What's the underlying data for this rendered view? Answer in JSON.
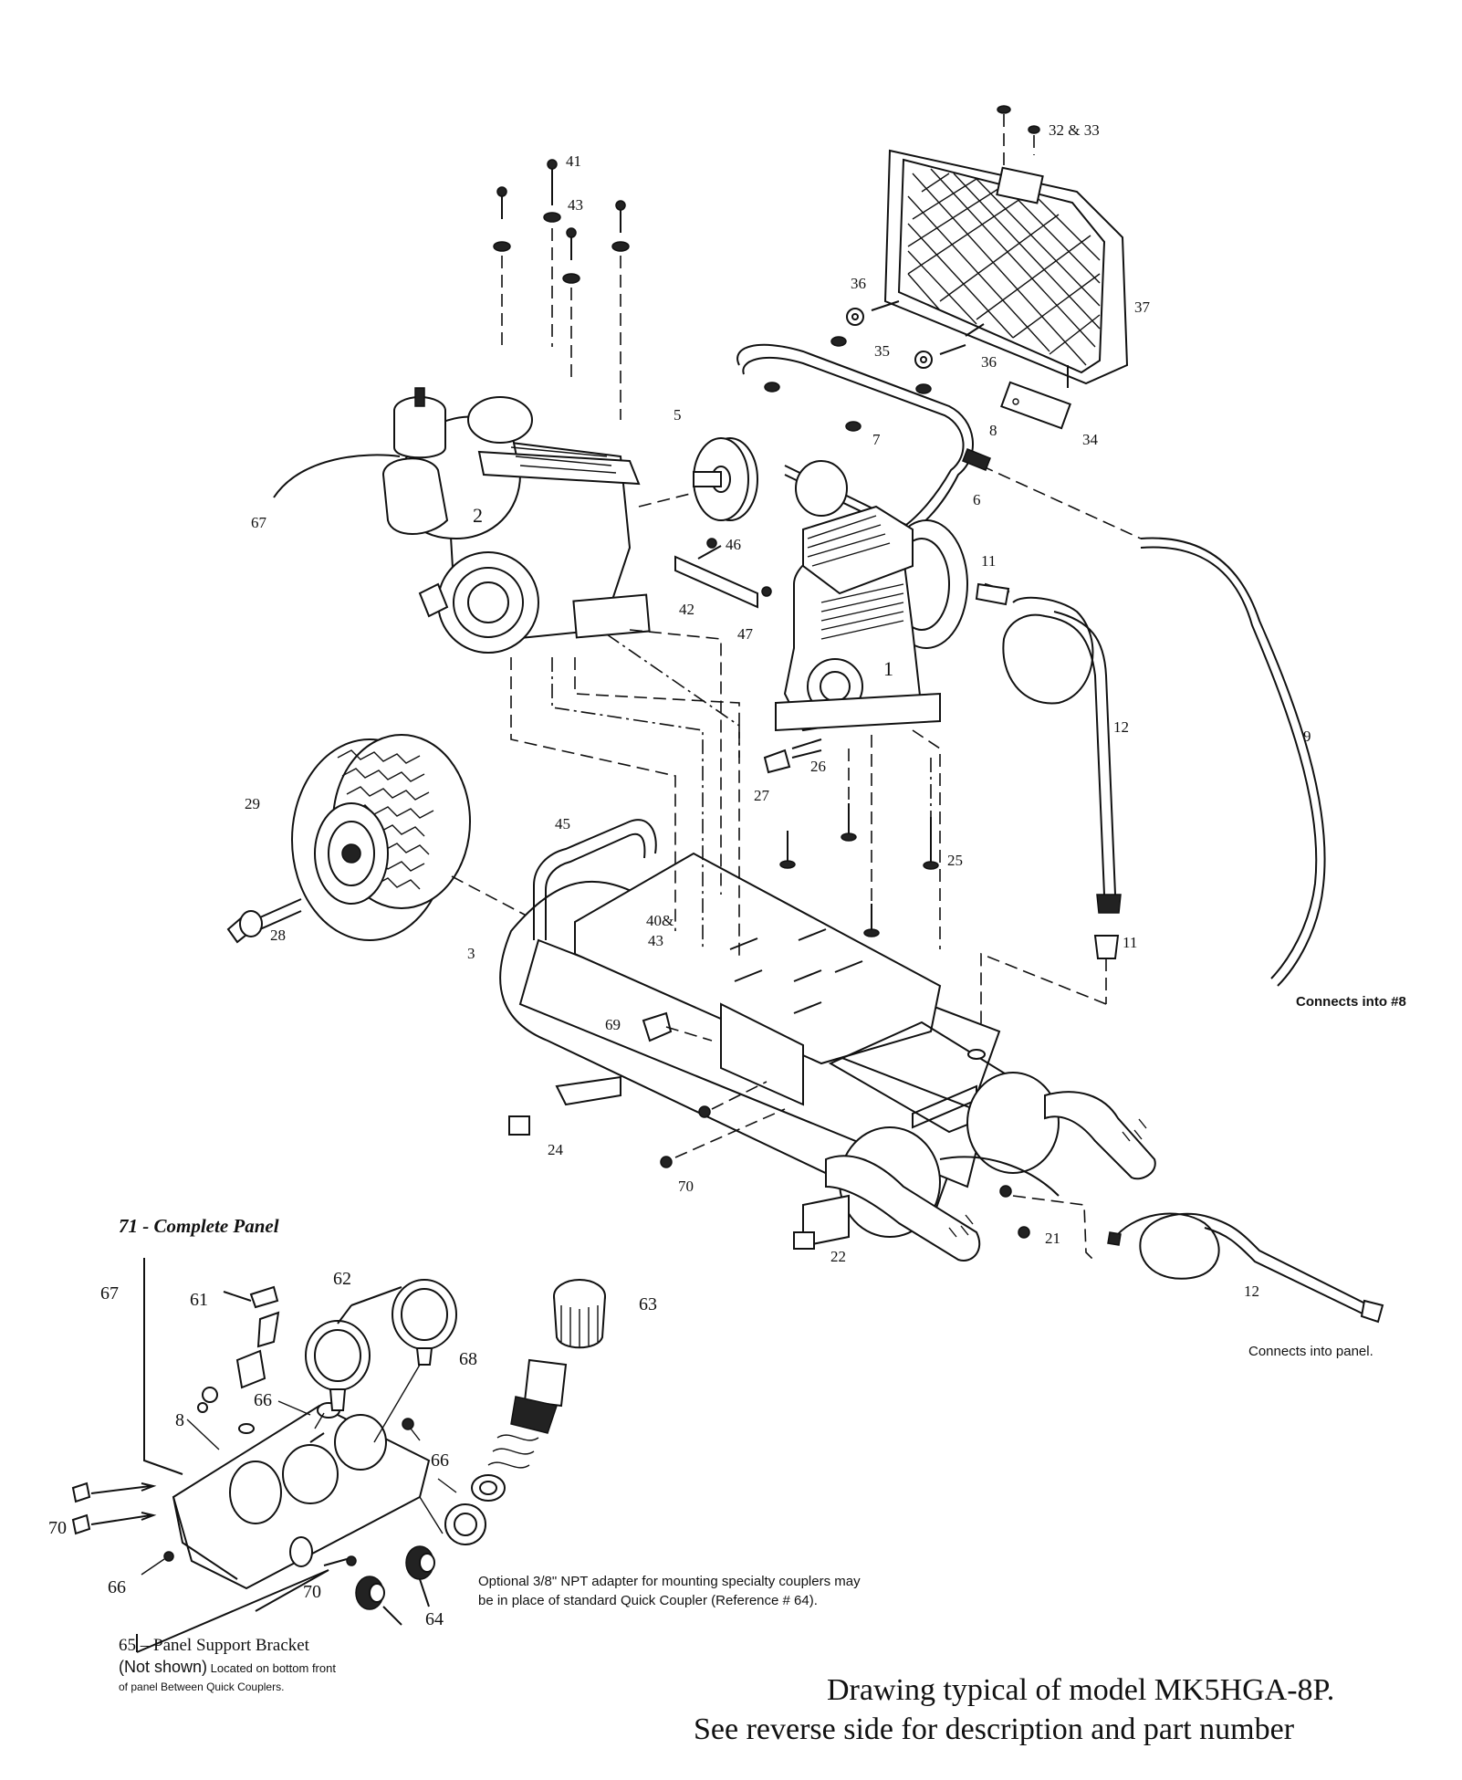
{
  "labels": {
    "l1": "1",
    "l2": "2",
    "l3": "3",
    "l5": "5",
    "l6": "6",
    "l7": "7",
    "l8": "8",
    "l9": "9",
    "l11a": "11",
    "l11b": "11",
    "l12a": "12",
    "l12b": "12",
    "l21": "21",
    "l22": "22",
    "l24": "24",
    "l25": "25",
    "l26": "26",
    "l27": "27",
    "l28": "28",
    "l29": "29",
    "l32": "32 & 33",
    "l34": "34",
    "l35": "35",
    "l36a": "36",
    "l36b": "36",
    "l37": "37",
    "l40a": "40&",
    "l40b": "43",
    "l41": "41",
    "l42": "42",
    "l43": "43",
    "l45": "45",
    "l46": "46",
    "l47": "47",
    "l67": "67",
    "l69": "69",
    "l70": "70",
    "p61": "61",
    "p62": "62",
    "p63": "63",
    "p64": "64",
    "p66a": "66",
    "p66b": "66",
    "p66c": "66",
    "p67": "67",
    "p68": "68",
    "p70a": "70",
    "p70b": "70",
    "p8": "8"
  },
  "panel_title": "71 - Complete Panel",
  "connects_8": "Connects into #8",
  "connects_panel": "Connects into panel.",
  "optional_note_1": "Optional 3/8\" NPT adapter for mounting specialty couplers may",
  "optional_note_2": "be in place of standard Quick Coupler (Reference # 64).",
  "bracket_1": "65 – Panel Support Bracket",
  "bracket_2a": "(Not shown)",
  "bracket_2b": " Located on bottom front",
  "bracket_3": "of panel  Between Quick Couplers.",
  "footer_1": "Drawing typical of model MK5HGA-8P.",
  "footer_2": "See reverse side for description and part number"
}
